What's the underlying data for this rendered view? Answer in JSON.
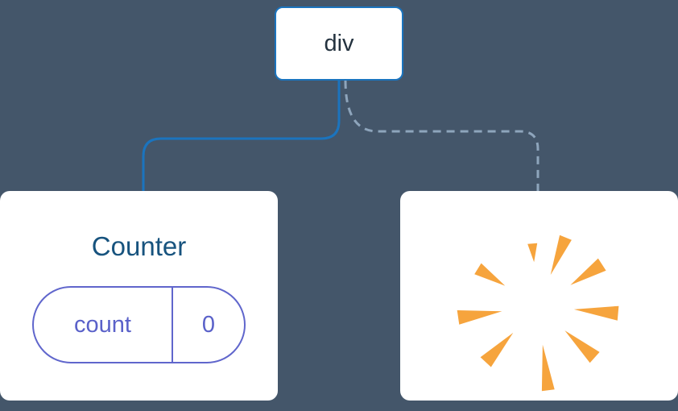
{
  "diagram": {
    "description": "React component tree diagram: a div root with a preserved Counter child (solid edge) and a removed child shown as a poof burst (dashed edge)",
    "root": {
      "label": "div"
    },
    "children": [
      {
        "kind": "component-card",
        "title": "Counter",
        "state": {
          "key": "count",
          "value": "0"
        },
        "edge": "solid"
      },
      {
        "kind": "removed-card",
        "icon": "poof-burst-icon",
        "edge": "dashed"
      }
    ]
  },
  "colors": {
    "background": "#44566A",
    "card_background": "#FFFFFF",
    "root_border": "#1B74BE",
    "solid_edge": "#1B74BE",
    "dashed_edge": "#8EA5BC",
    "root_text": "#24323F",
    "component_title_text": "#17537E",
    "state_pill": "#5A61C9",
    "poof_orange": "#F6A43D"
  }
}
